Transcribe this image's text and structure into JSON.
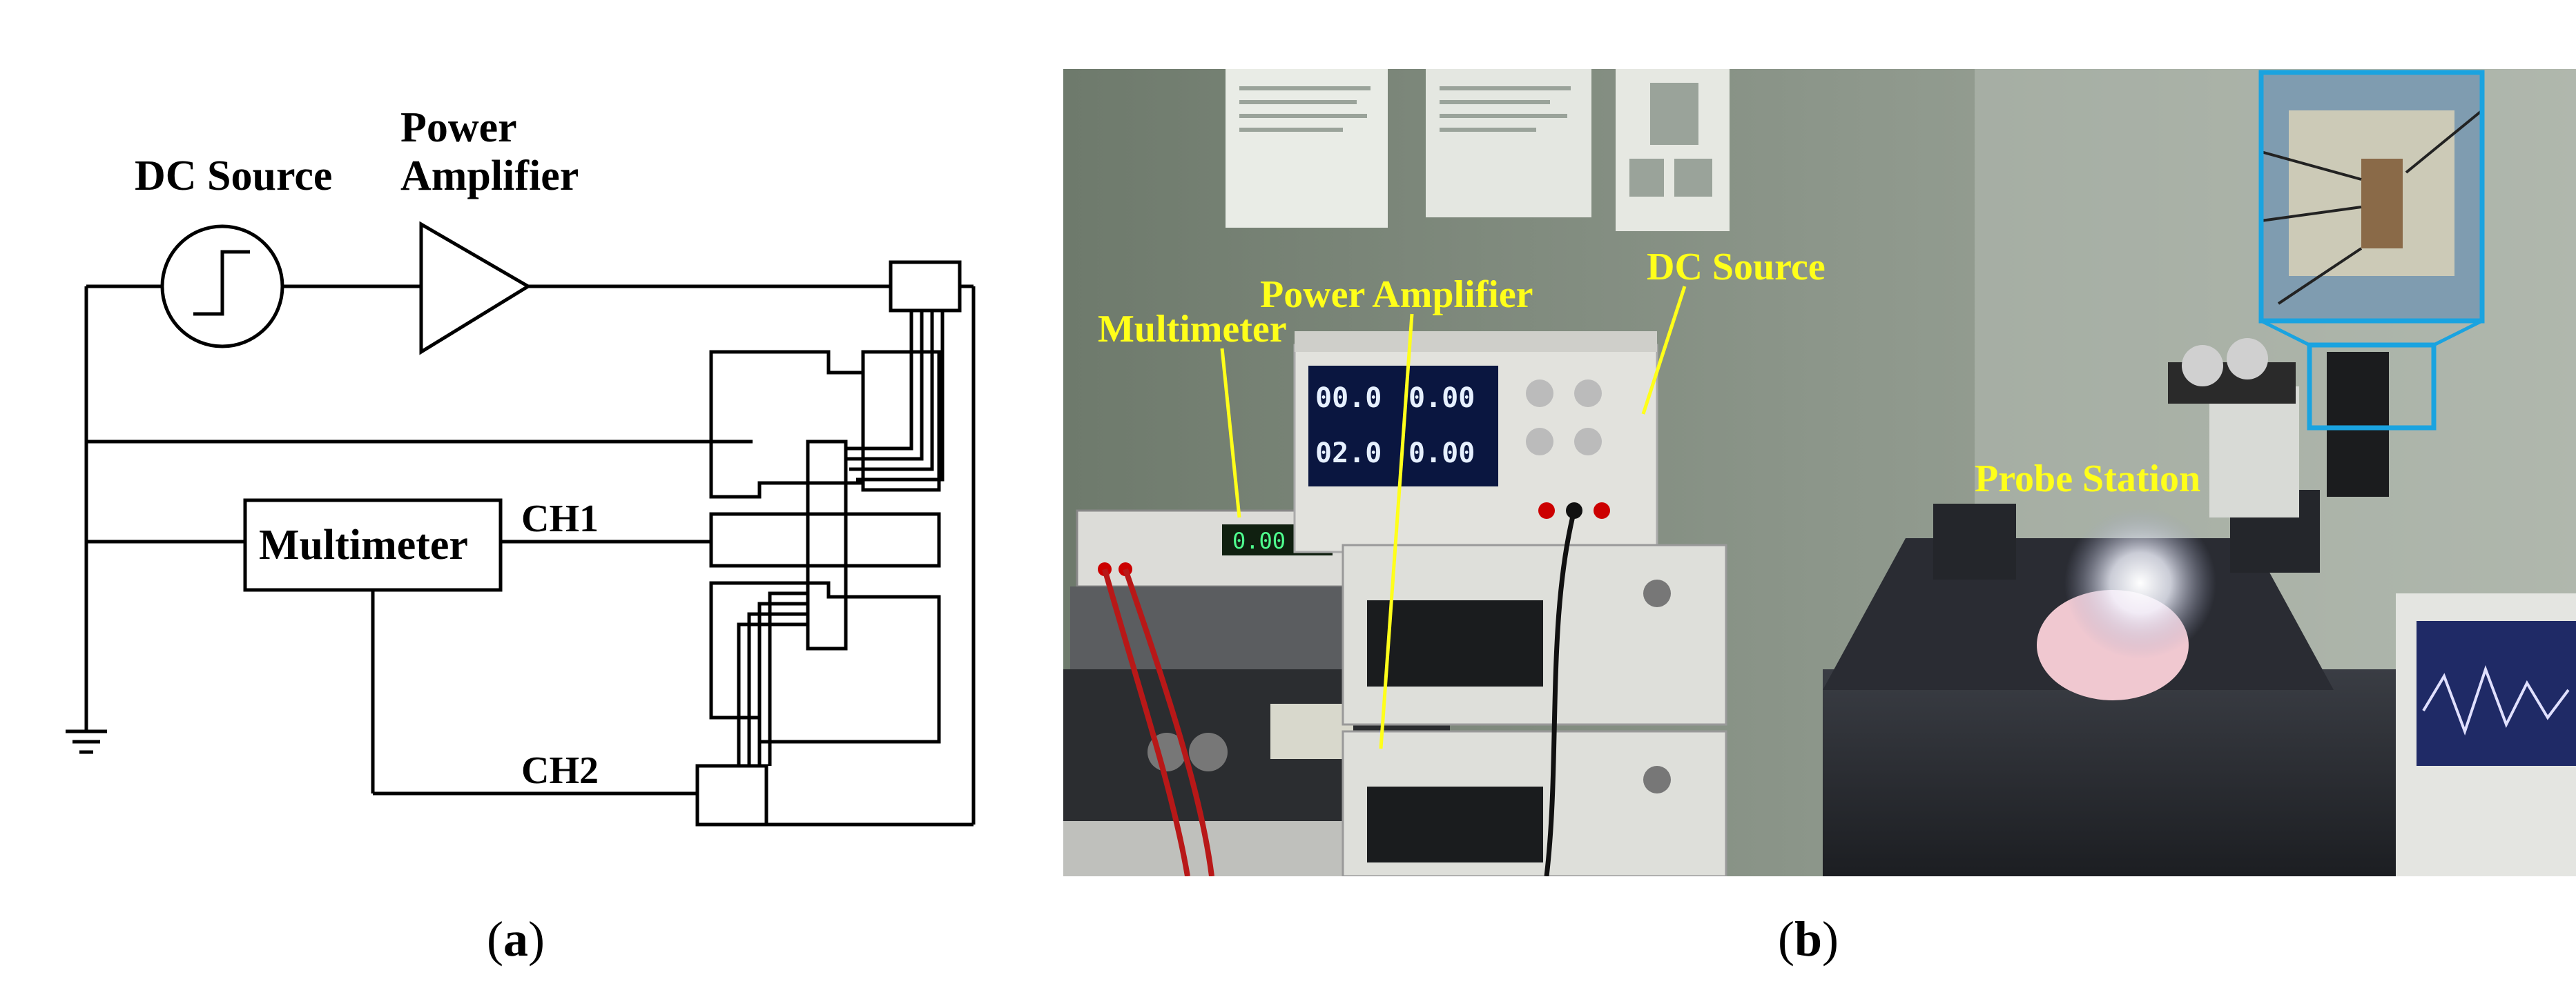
{
  "schematic": {
    "dc_source_label": "DC Source",
    "power_amp_label_line1": "Power",
    "power_amp_label_line2": "Amplifier",
    "multimeter_label": "Multimeter",
    "ch1_label": "CH1",
    "ch2_label": "CH2"
  },
  "photo": {
    "multimeter_label": "Multimeter",
    "power_amplifier_label": "Power Amplifier",
    "dc_source_label": "DC Source",
    "probe_station_label": "Probe Station",
    "dc_display_values": [
      "00.0",
      "0.00",
      "02.0",
      "0.00"
    ],
    "multimeter_display": "0.00",
    "label_color": "#ffff1a",
    "inset_frame_color": "#1aa3e0"
  },
  "captions": {
    "a_open": "(",
    "a_letter": "a",
    "a_close": ")",
    "b_open": "(",
    "b_letter": "b",
    "b_close": ")"
  }
}
